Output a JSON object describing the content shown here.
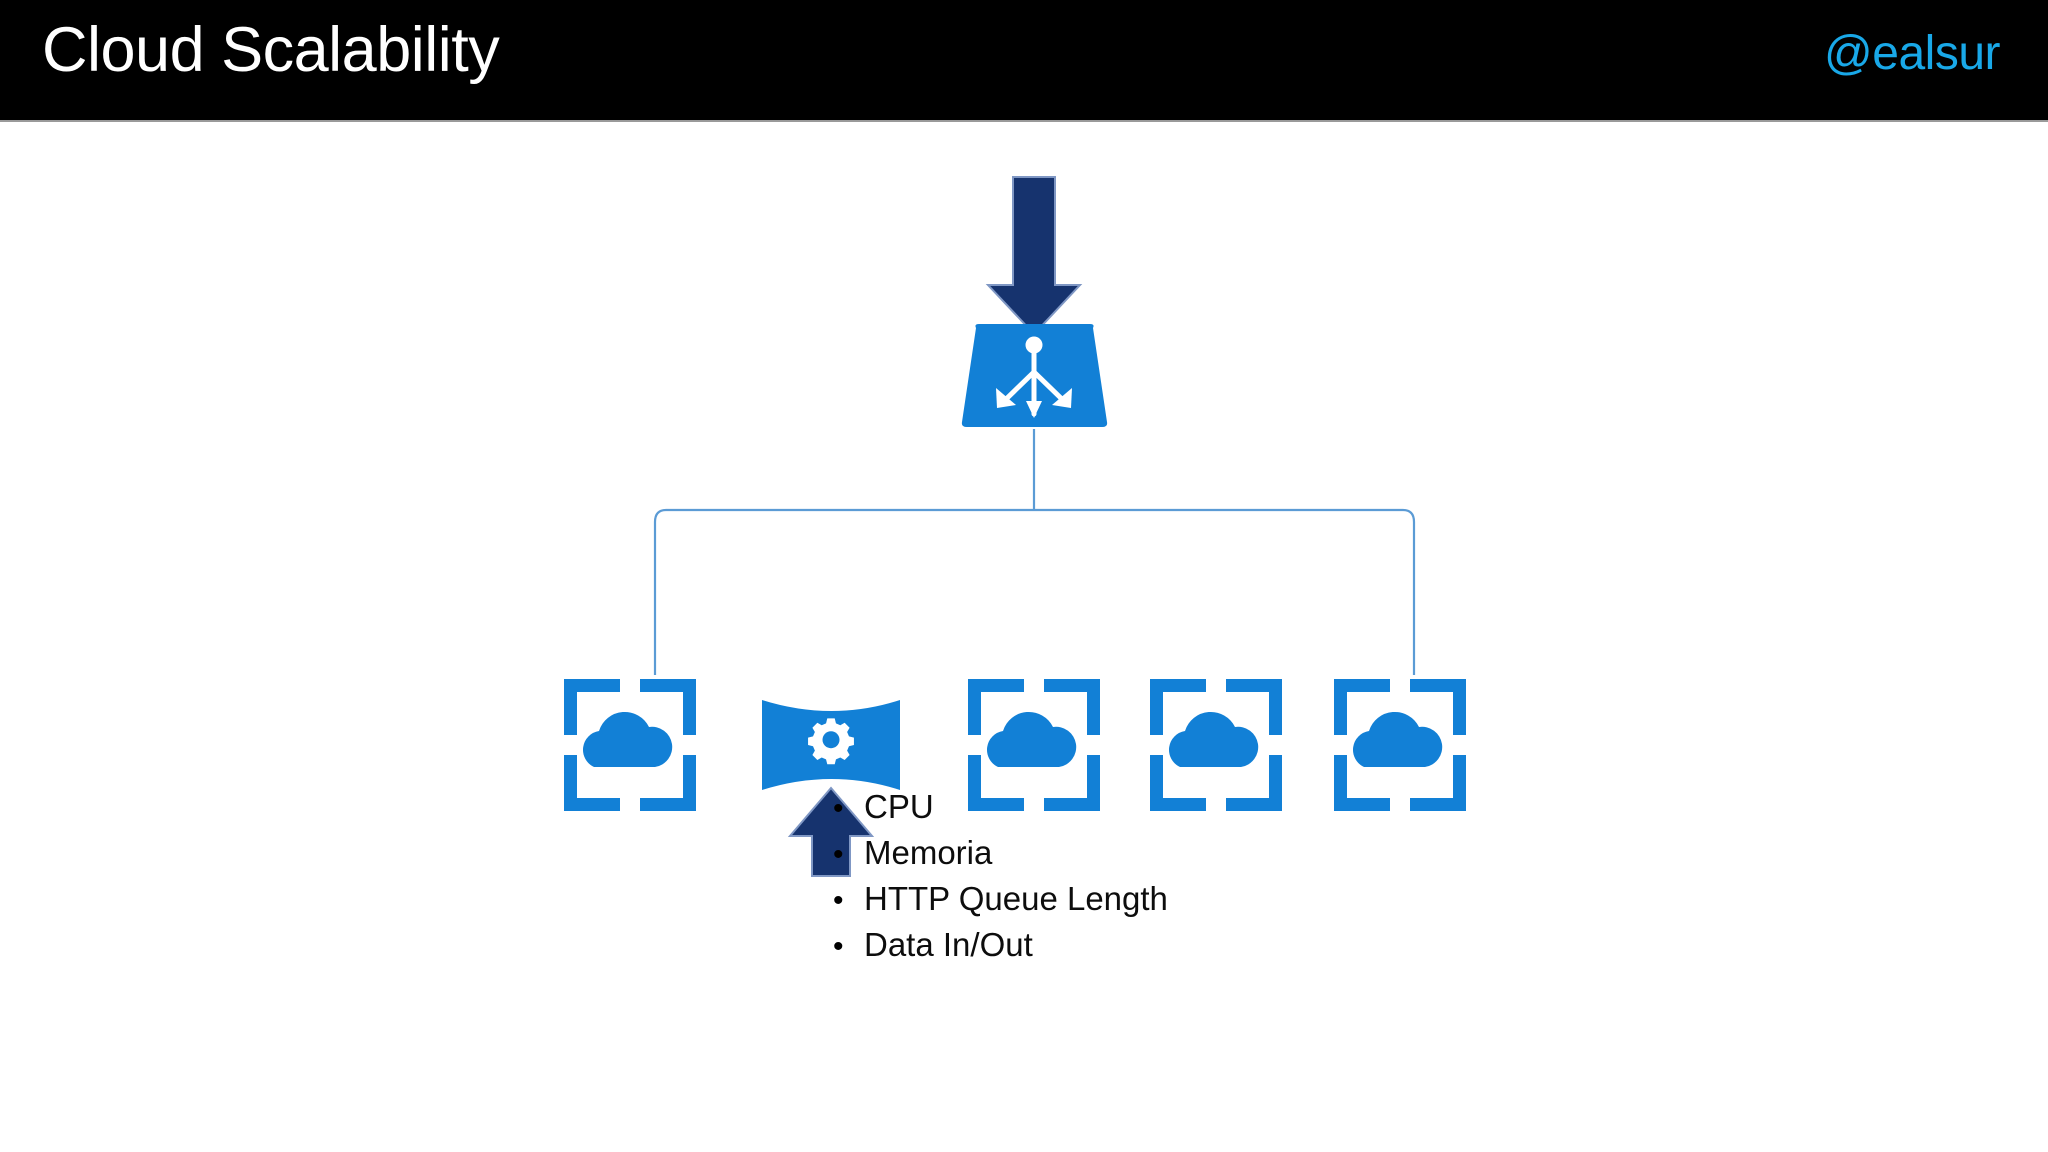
{
  "header": {
    "title": "Cloud Scalability",
    "handle": "@ealsur",
    "background_color": "#000000",
    "title_color": "#ffffff",
    "handle_color": "#19a8e8"
  },
  "colors": {
    "azure_blue": "#1280D6",
    "navy": "#16336E",
    "connector_line": "#5B9BD5",
    "background": "#ffffff"
  },
  "diagram": {
    "inbound_arrow": {
      "icon": "arrow-down-icon",
      "color": "#16336E",
      "direction": "down"
    },
    "load_balancer": {
      "icon": "load-balancer-icon",
      "shape": "trapezoid",
      "color": "#1280D6",
      "glyph": "distribute-arrows"
    },
    "connector": {
      "style": "bracket",
      "color": "#5B9BD5",
      "branch_count": 4
    },
    "nodes": [
      {
        "icon": "cloud-service-icon",
        "type": "cloud-service",
        "color": "#1280D6"
      },
      {
        "icon": "autoscale-gear-icon",
        "type": "autoscale",
        "color": "#1280D6"
      },
      {
        "icon": "cloud-service-icon",
        "type": "cloud-service",
        "color": "#1280D6"
      },
      {
        "icon": "cloud-service-icon",
        "type": "cloud-service",
        "color": "#1280D6"
      },
      {
        "icon": "cloud-service-icon",
        "type": "cloud-service",
        "color": "#1280D6"
      }
    ],
    "metrics_arrow": {
      "icon": "arrow-up-icon",
      "color": "#16336E",
      "direction": "up"
    }
  },
  "metrics": {
    "bullet_glyph": "•",
    "items": [
      {
        "label": "CPU"
      },
      {
        "label": "Memoria"
      },
      {
        "label": "HTTP Queue Length"
      },
      {
        "label": "Data In/Out"
      }
    ]
  }
}
